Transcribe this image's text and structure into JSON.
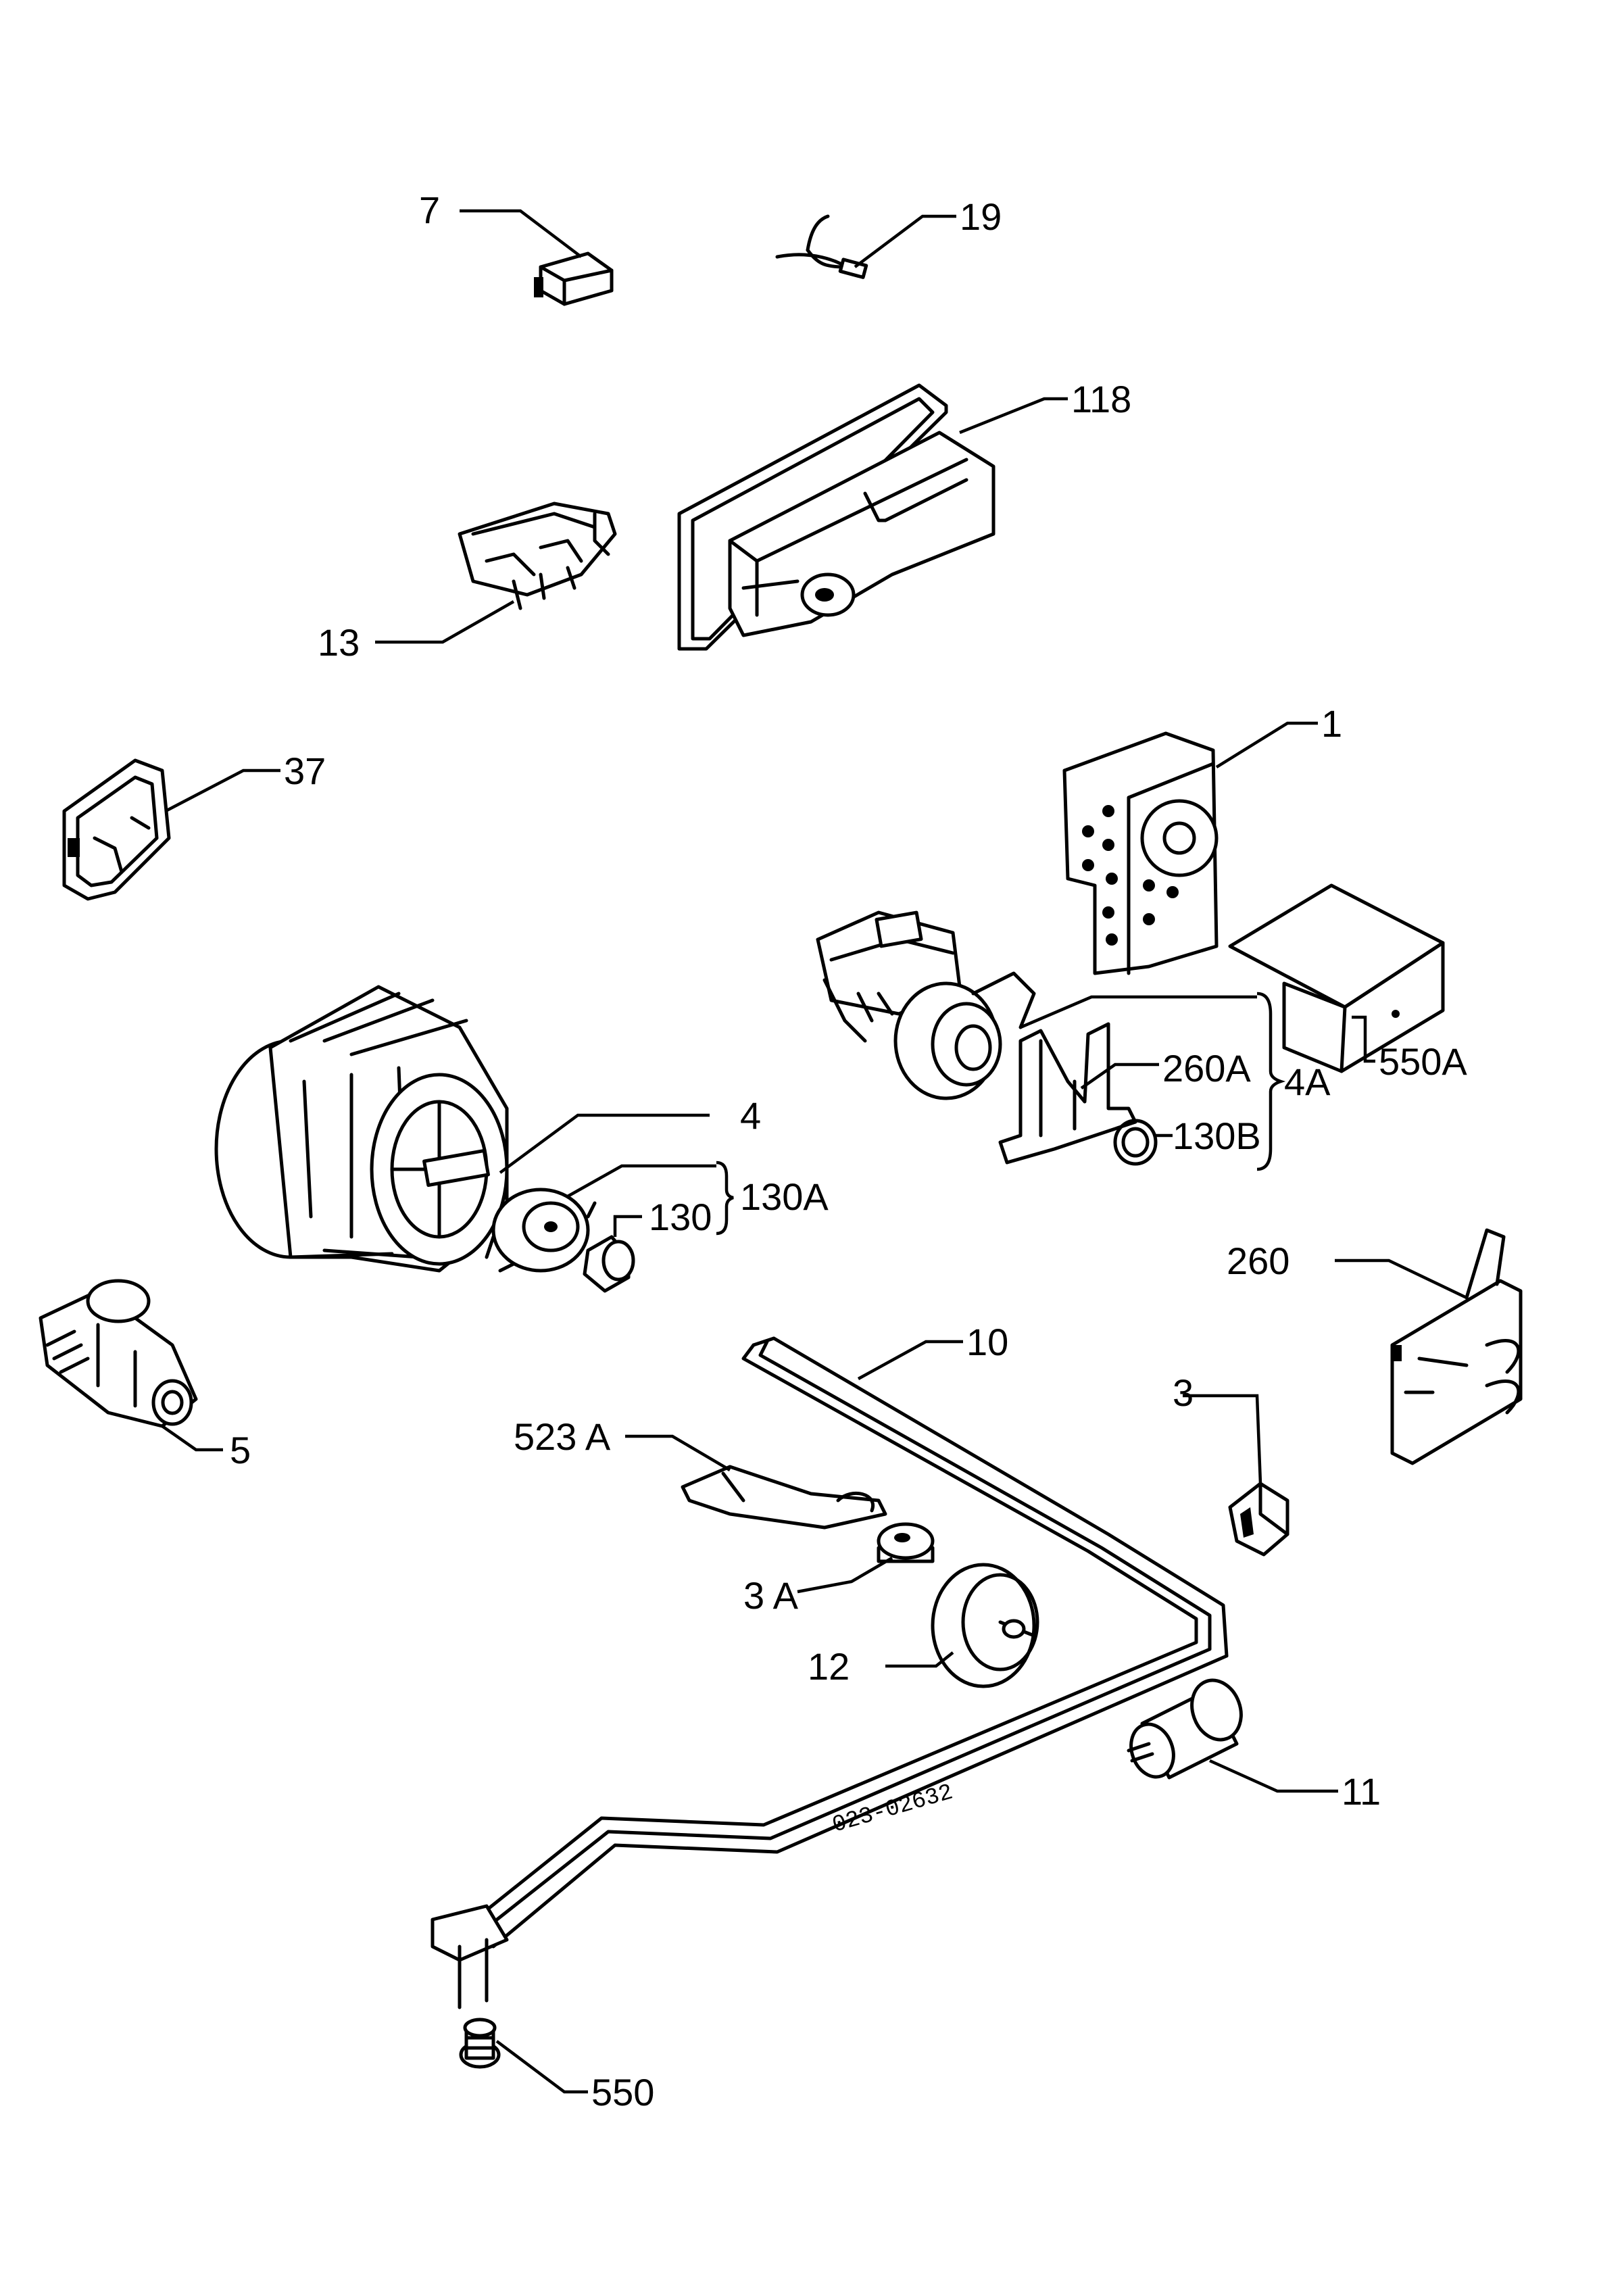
{
  "labels": {
    "p7": "7",
    "p19": "19",
    "p118": "118",
    "p13": "13",
    "p37": "37",
    "p1": "1",
    "p260A": "260A",
    "p4A": "4A",
    "p550A": "550A",
    "p130B": "130B",
    "p4": "4",
    "p130A": "130A",
    "p130": "130",
    "p260": "260",
    "p10": "10",
    "p3": "3",
    "p5": "5",
    "p523A": "523 A",
    "p3A": "3 A",
    "p12": "12",
    "p11": "11",
    "p550": "550"
  },
  "drawing_code": "023-02632"
}
